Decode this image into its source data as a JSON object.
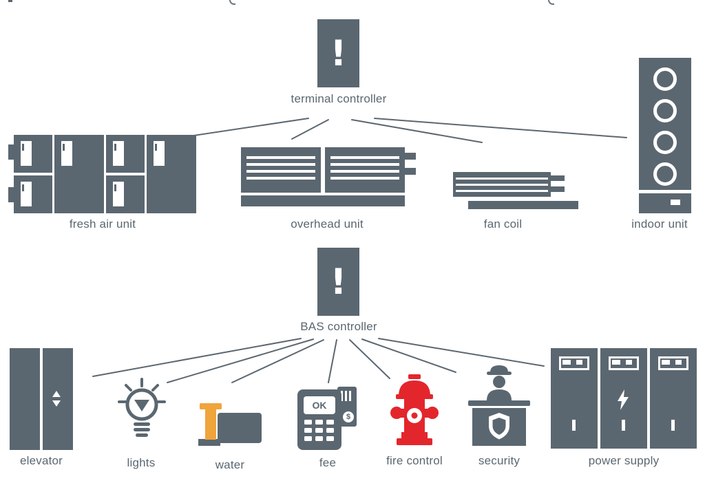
{
  "colors": {
    "gray": "#5b6770",
    "red": "#e3262c",
    "orange": "#f0a43c",
    "background": "#ffffff",
    "label_text": "#5b6770"
  },
  "top_section": {
    "controller": {
      "label": "terminal controller",
      "alert_mark": "!"
    },
    "devices": [
      {
        "label": "fresh air unit"
      },
      {
        "label": "overhead unit"
      },
      {
        "label": "fan coil"
      },
      {
        "label": "indoor unit"
      }
    ]
  },
  "bottom_section": {
    "controller": {
      "label": "BAS controller",
      "alert_mark": "!"
    },
    "devices": [
      {
        "label": "elevator"
      },
      {
        "label": "lights"
      },
      {
        "label": "water"
      },
      {
        "label": "fee",
        "terminal_screen_text": "OK",
        "card_symbol": "$"
      },
      {
        "label": "fire control"
      },
      {
        "label": "security"
      },
      {
        "label": "power supply"
      }
    ]
  }
}
